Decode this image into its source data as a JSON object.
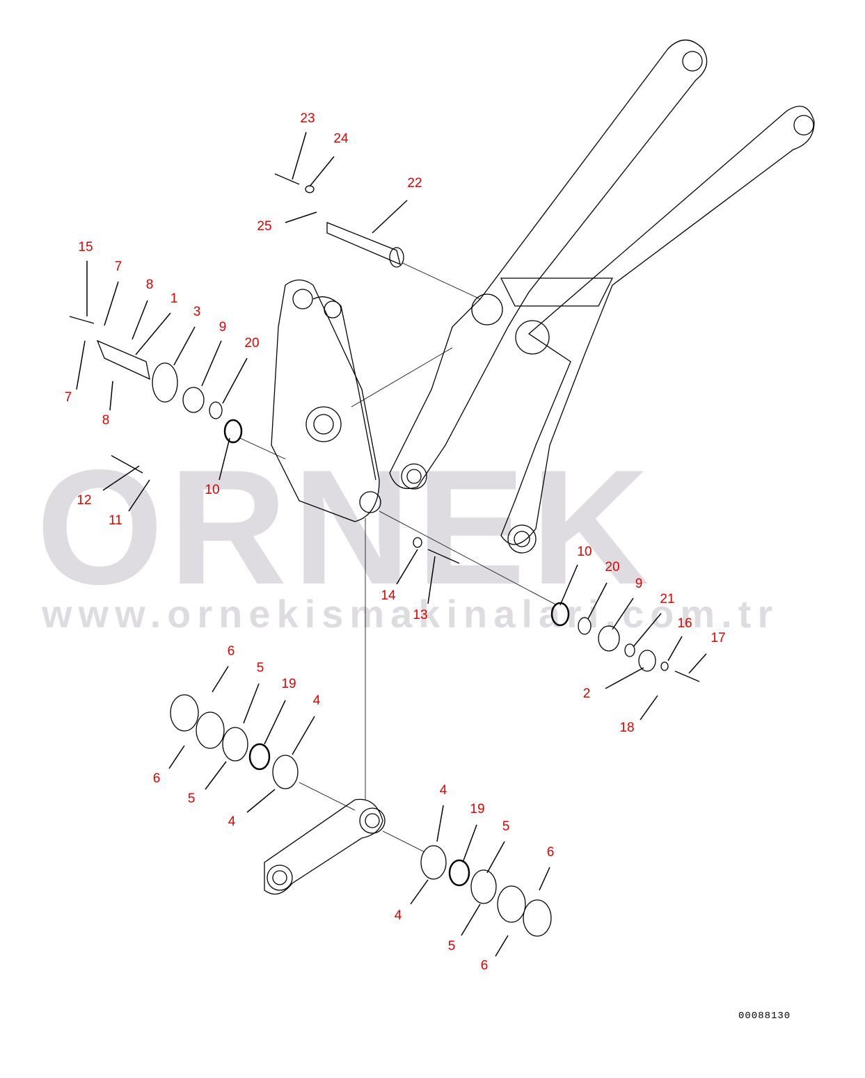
{
  "watermark": {
    "brand": "ORNEK",
    "url": "www.ornekismakinalari.com.tr"
  },
  "drawing_code": "00088130",
  "callouts": [
    "23",
    "24",
    "22",
    "25",
    "15",
    "7",
    "8",
    "1",
    "3",
    "9",
    "20",
    "7",
    "8",
    "12",
    "11",
    "10",
    "10",
    "20",
    "9",
    "21",
    "16",
    "17",
    "14",
    "13",
    "2",
    "18",
    "6",
    "5",
    "19",
    "4",
    "6",
    "5",
    "4",
    "4",
    "19",
    "5",
    "6",
    "4",
    "5",
    "6"
  ],
  "colors": {
    "callout": "#e00000",
    "line": "#000000",
    "watermark": "#d9d7dc"
  }
}
